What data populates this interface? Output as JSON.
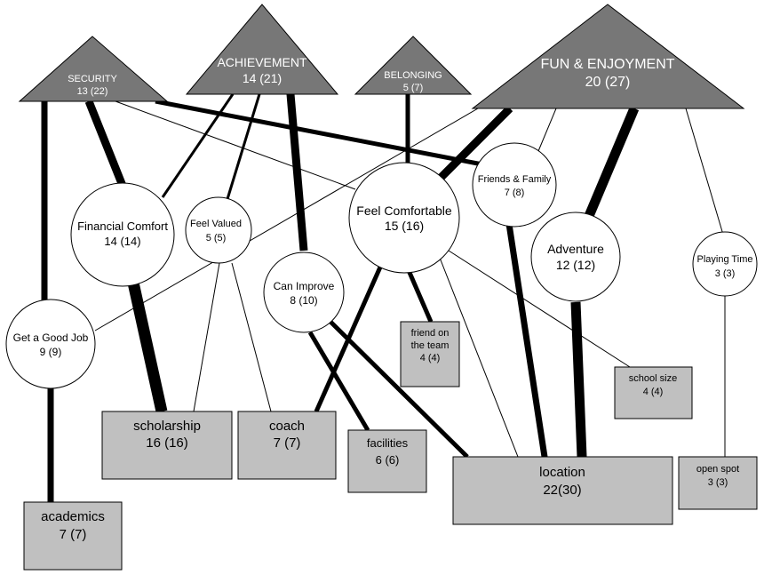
{
  "values": [
    {
      "id": "security",
      "line1": "SECURITY",
      "line2": "13 (22)"
    },
    {
      "id": "achievement",
      "line1": "ACHIEVEMENT",
      "line2": "14 (21)"
    },
    {
      "id": "belonging",
      "line1": "BELONGING",
      "line2": "5 (7)"
    },
    {
      "id": "fun",
      "line1": "FUN & ENJOYMENT",
      "line2": "20 (27)"
    }
  ],
  "consequences": [
    {
      "id": "financial",
      "line1": "Financial Comfort",
      "line2": "14 (14)"
    },
    {
      "id": "valued",
      "line1": "Feel Valued",
      "line2": "5 (5)"
    },
    {
      "id": "comfortable",
      "line1": "Feel Comfortable",
      "line2": "15 (16)"
    },
    {
      "id": "friends",
      "line1": "Friends & Family",
      "line2": "7 (8)"
    },
    {
      "id": "adventure",
      "line1": "Adventure",
      "line2": "12 (12)"
    },
    {
      "id": "playing",
      "line1": "Playing Time",
      "line2": "3 (3)"
    },
    {
      "id": "goodjob",
      "line1": "Get a Good Job",
      "line2": "9 (9)"
    },
    {
      "id": "improve",
      "line1": "Can Improve",
      "line2": "8 (10)"
    }
  ],
  "attributes": [
    {
      "id": "scholarship",
      "lines": [
        "scholarship",
        "16 (16)"
      ]
    },
    {
      "id": "coach",
      "lines": [
        "coach",
        "7 (7)"
      ]
    },
    {
      "id": "facilities",
      "lines": [
        "facilities",
        "6 (6)"
      ]
    },
    {
      "id": "location",
      "lines": [
        "location",
        "22(30)"
      ]
    },
    {
      "id": "openspot",
      "lines": [
        "open spot",
        "3 (3)"
      ]
    },
    {
      "id": "academics",
      "lines": [
        "academics",
        "7 (7)"
      ]
    },
    {
      "id": "friendteam",
      "lines": [
        "friend on",
        "the team",
        "4 (4)"
      ]
    },
    {
      "id": "schoolsize",
      "lines": [
        "school size",
        "4 (4)"
      ]
    }
  ],
  "colors": {
    "value_fill": "#777777",
    "attribute_fill": "#c0c0c0",
    "node_fill": "#ffffff",
    "stroke": "#000000",
    "value_text": "#ffffff"
  }
}
